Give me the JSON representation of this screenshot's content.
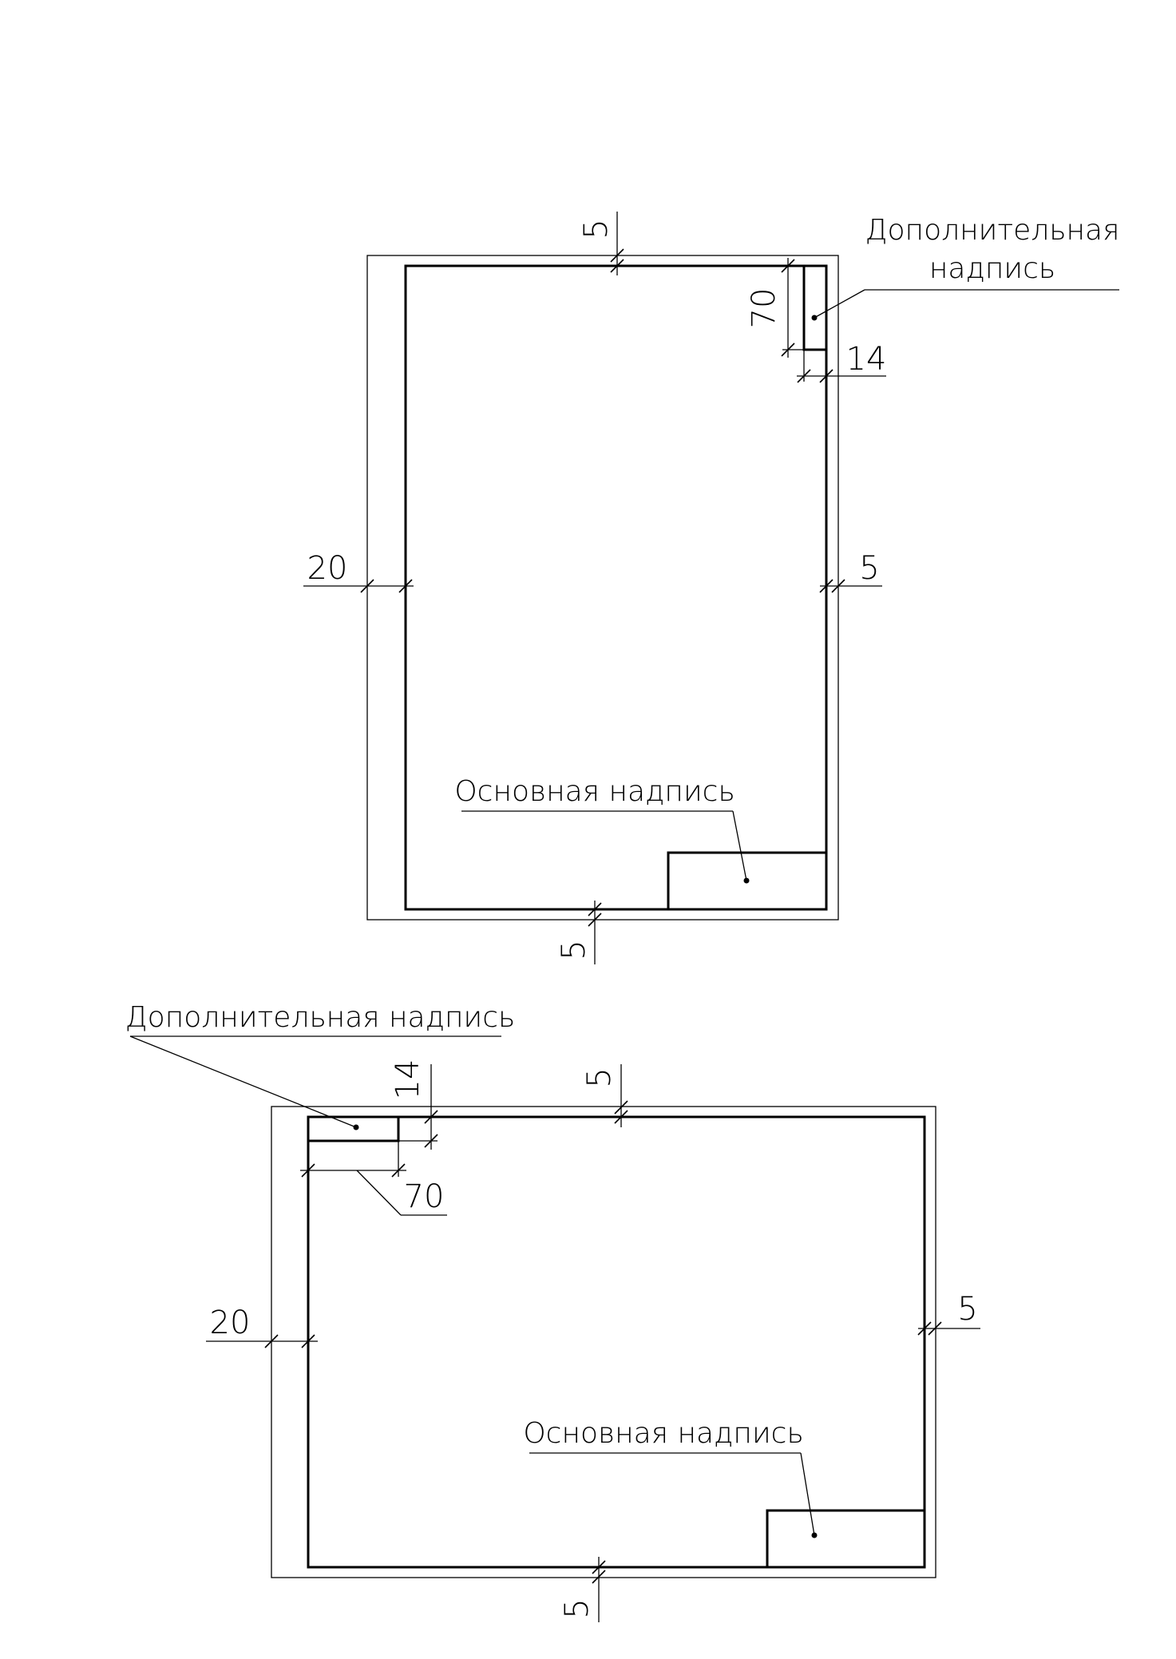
{
  "diagrams": [
    {
      "orientation": "portrait",
      "dimensions": {
        "top": "5",
        "bottom": "5",
        "left": "20",
        "right": "5",
        "stamp_height": "70",
        "stamp_width": "14"
      },
      "additional_label": [
        "Дополнительная",
        "надпись"
      ],
      "main_label": "Основная надпись"
    },
    {
      "orientation": "landscape",
      "dimensions": {
        "top": "5",
        "bottom": "5",
        "left": "20",
        "right": "5",
        "stamp_height": "14",
        "stamp_width": "70"
      },
      "additional_label": "Дополнительная надпись",
      "main_label": "Основная надпись"
    }
  ]
}
